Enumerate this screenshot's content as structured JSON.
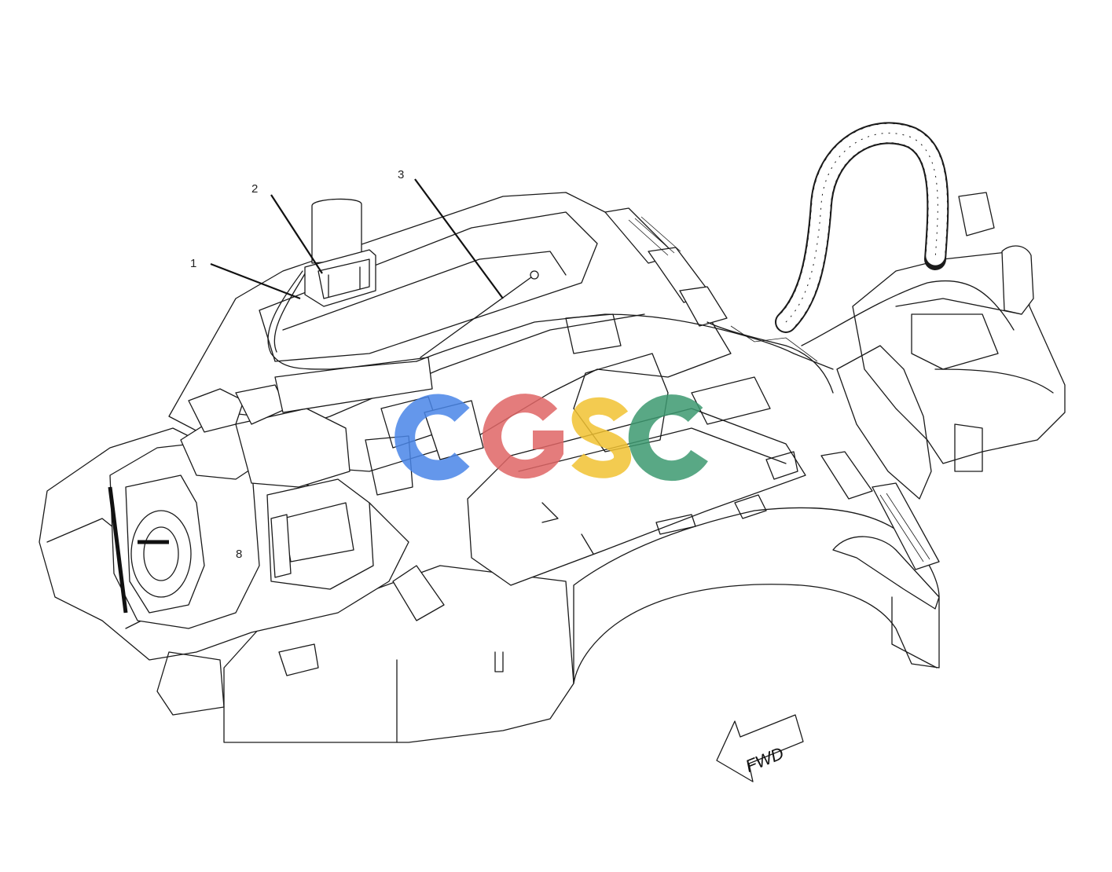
{
  "diagram": {
    "callouts": [
      {
        "id": "callout-1",
        "label": "1"
      },
      {
        "id": "callout-2",
        "label": "2"
      },
      {
        "id": "callout-3",
        "label": "3"
      }
    ],
    "direction_label": "FWD",
    "inline_label": "8",
    "watermark": {
      "text": "CGSC",
      "letters": [
        {
          "char": "C",
          "color": "#4a86e8"
        },
        {
          "char": "G",
          "color": "#e06666"
        },
        {
          "char": "S",
          "color": "#f1c232"
        },
        {
          "char": "C",
          "color": "#3d9970"
        }
      ]
    }
  }
}
